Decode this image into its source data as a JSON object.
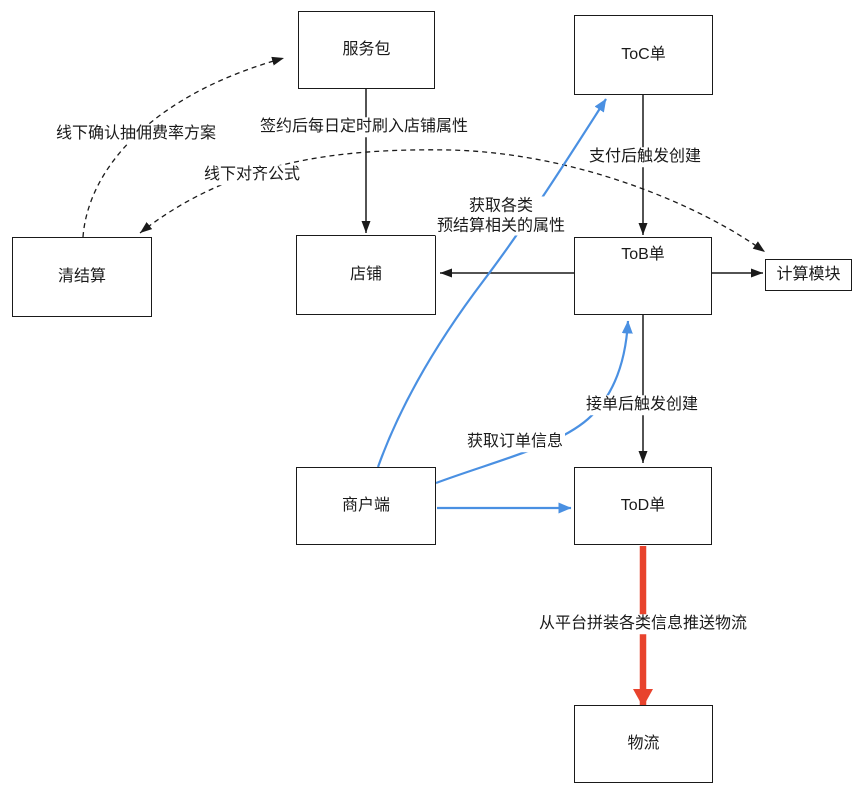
{
  "diagram": {
    "title": "order-settlement-flow-diagram",
    "nodes": {
      "service_package": "服务包",
      "toc_order": "ToC单",
      "clearing": "清结算",
      "shop": "店铺",
      "tob_order": "ToB单",
      "calc_module": "计算模块",
      "merchant": "商户端",
      "tod_order": "ToD单",
      "logistics": "物流"
    },
    "edge_labels": {
      "confirm_commission": "线下确认抽佣费率方案",
      "sign_refresh": "签约后每日定时刷入店铺属性",
      "pay_trigger": "支付后触发创建",
      "align_formula": "线下对齐公式",
      "get_presettle": "获取各类\n预结算相关的属性",
      "accept_trigger": "接单后触发创建",
      "get_order_info": "获取订单信息",
      "push_logistics": "从平台拼装各类信息推送物流"
    },
    "colors": {
      "line": "#1a1a1a",
      "flow_blue": "#4a90e2",
      "flow_red": "#e8432d",
      "background": "#ffffff"
    }
  }
}
